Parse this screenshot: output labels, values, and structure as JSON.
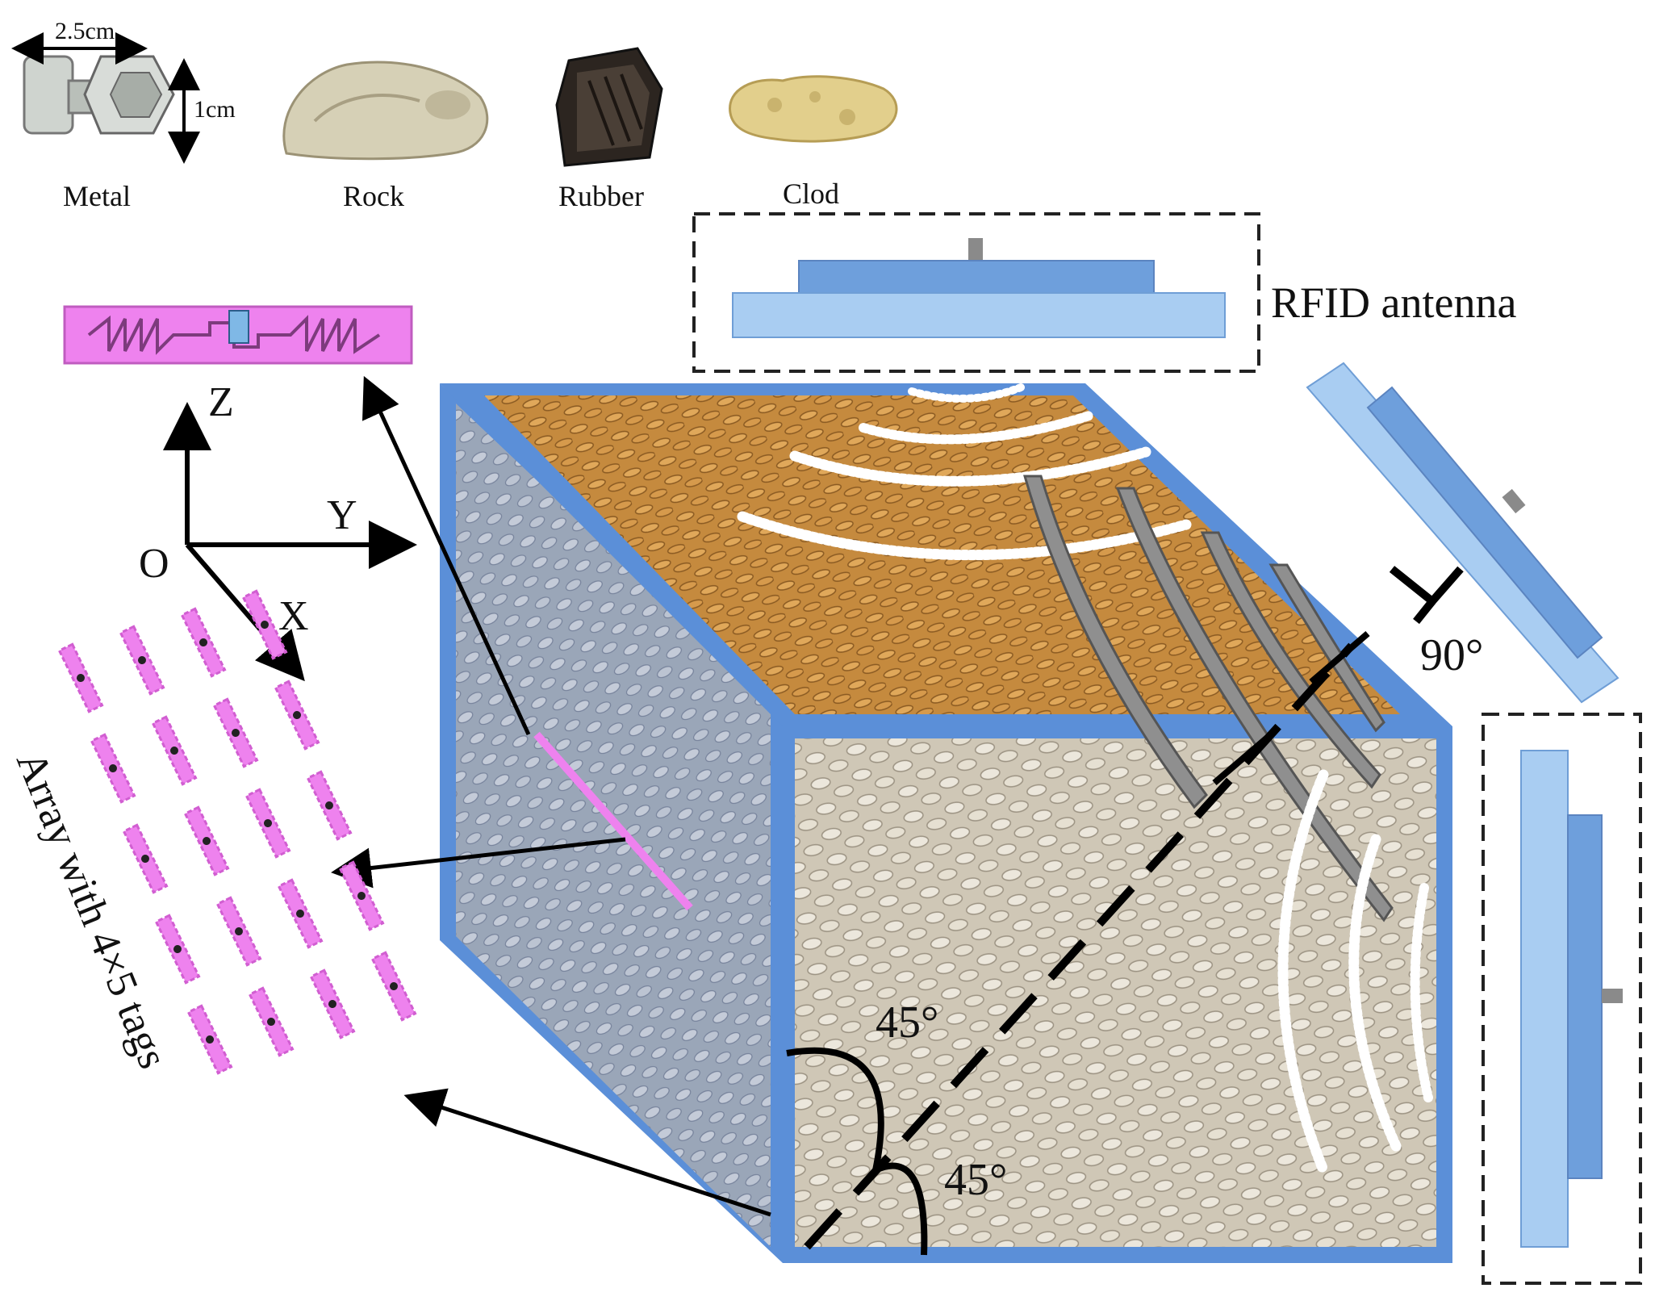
{
  "objects": [
    {
      "name": "Metal",
      "icon": "metal-bolt-photo"
    },
    {
      "name": "Rock",
      "icon": "rock-photo"
    },
    {
      "name": "Rubber",
      "icon": "rubber-piece-photo"
    },
    {
      "name": "Clod",
      "icon": "soil-clod-photo"
    }
  ],
  "dimensions": {
    "width": "2.5cm",
    "height": "1cm"
  },
  "antenna_label": "RFID antenna",
  "axes": {
    "origin": "O",
    "x": "X",
    "y": "Y",
    "z": "Z"
  },
  "array_label": "Array with 4×5 tags",
  "angles": {
    "antenna": "90°",
    "lower": "45°",
    "upper": "45°"
  },
  "colors": {
    "container": "#5b8fd8",
    "antenna_light": "#a9cdf2",
    "antenna_dark": "#6e9fdc",
    "tag": "#ee82ee",
    "grain_top": "#c8893e",
    "grain_side": "#d9d4c8"
  }
}
